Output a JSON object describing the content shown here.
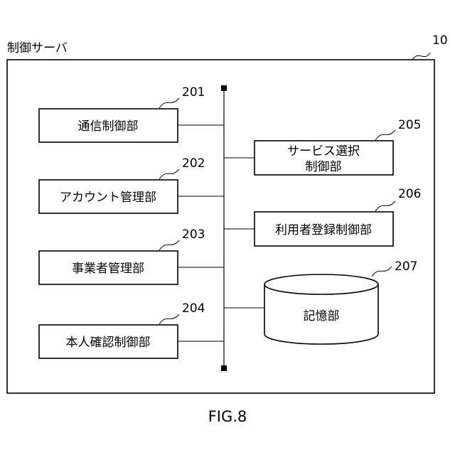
{
  "server": {
    "label": "制御サーバ",
    "ref": "10"
  },
  "modules_left": [
    {
      "label": "通信制御部",
      "ref": "201"
    },
    {
      "label": "アカウント管理部",
      "ref": "202"
    },
    {
      "label": "事業者管理部",
      "ref": "203"
    },
    {
      "label": "本人確認制御部",
      "ref": "204"
    }
  ],
  "modules_right": [
    {
      "label_line1": "サービス選択",
      "label_line2": "制御部",
      "ref": "205"
    },
    {
      "label": "利用者登録制御部",
      "ref": "206"
    }
  ],
  "storage": {
    "label": "記憶部",
    "ref": "207"
  },
  "caption": "FIG.8"
}
